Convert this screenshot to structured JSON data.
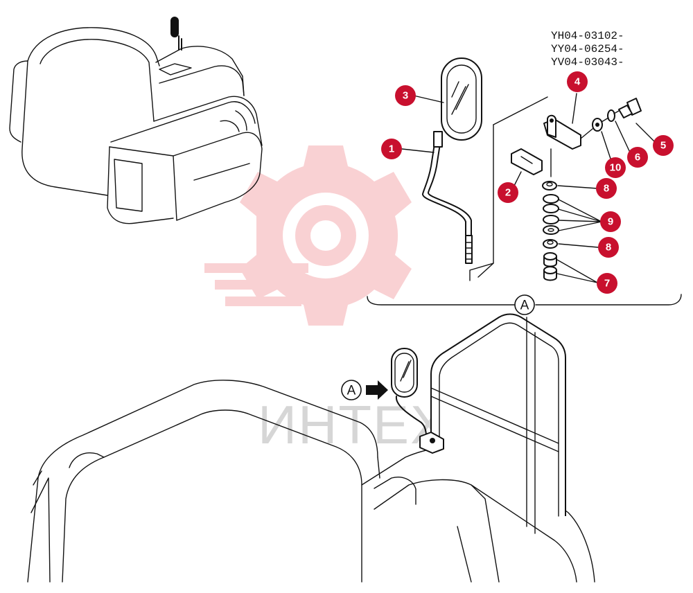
{
  "serial_numbers": [
    "YH04-03102-",
    "YY04-06254-",
    "YV04-03043-"
  ],
  "view_label": "A",
  "callouts": [
    {
      "id": "1",
      "label": "1"
    },
    {
      "id": "2",
      "label": "2"
    },
    {
      "id": "3",
      "label": "3"
    },
    {
      "id": "4",
      "label": "4"
    },
    {
      "id": "5",
      "label": "5"
    },
    {
      "id": "6",
      "label": "6"
    },
    {
      "id": "7",
      "label": "7"
    },
    {
      "id": "8a",
      "label": "8"
    },
    {
      "id": "8b",
      "label": "8"
    },
    {
      "id": "9",
      "label": "9"
    },
    {
      "id": "10",
      "label": "10"
    }
  ],
  "watermark": {
    "text": "ИНТЕХ",
    "color": "#e8323c"
  }
}
